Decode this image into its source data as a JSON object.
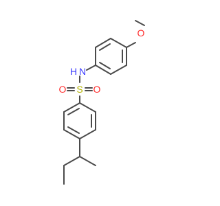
{
  "molecule": {
    "atoms": {
      "O_methoxy": {
        "label": "O",
        "color": "#ff2d2d"
      },
      "N": {
        "label": "N",
        "color": "#3b3bff"
      },
      "H": {
        "label": "H",
        "color": "#3b3bff"
      },
      "S": {
        "label": "S",
        "color": "#b3b300"
      },
      "O_left": {
        "label": "O",
        "color": "#ff2d2d"
      },
      "O_right": {
        "label": "O",
        "color": "#ff2d2d"
      }
    },
    "bond_color": "#4a4a4a"
  }
}
